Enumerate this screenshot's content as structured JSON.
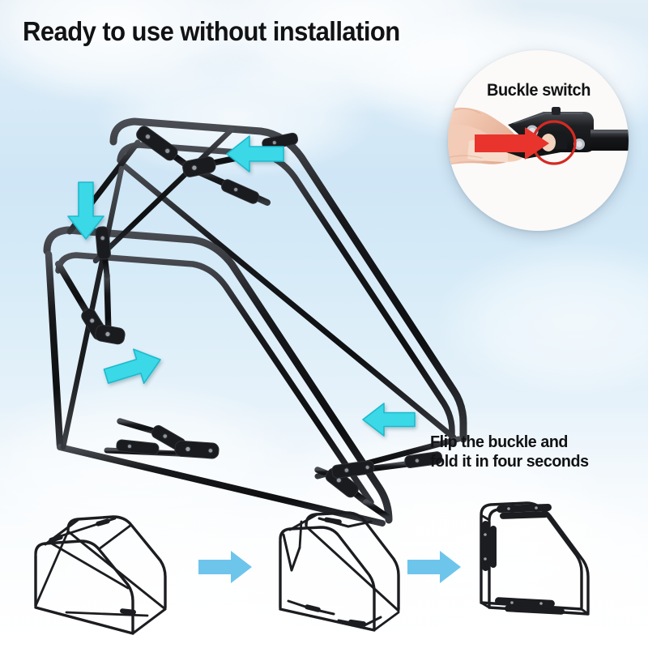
{
  "headline": "Ready to use without installation",
  "inset": {
    "title": "Buckle switch",
    "icons": {
      "hand": "hand-pressing-icon",
      "red_arrow": "red-arrow-icon",
      "red_circle": "red-highlight-circle-icon",
      "buckle": "buckle-switch-icon"
    }
  },
  "flip_caption": {
    "line1": "Flip the buckle and",
    "line2": "fold it in four seconds"
  },
  "main_product": {
    "name": "folding-rack-open",
    "joint_arrows": [
      {
        "name": "joint-arrow-upper-right",
        "direction": "left"
      },
      {
        "name": "joint-arrow-upper-left",
        "direction": "down"
      },
      {
        "name": "joint-arrow-lower-left",
        "direction": "right-down"
      },
      {
        "name": "joint-arrow-lower-right",
        "direction": "left"
      }
    ]
  },
  "sequence": {
    "steps": [
      {
        "name": "step-open",
        "label": "Unfolded rack"
      },
      {
        "name": "step-half-folded",
        "label": "Partially folded rack"
      },
      {
        "name": "step-flat",
        "label": "Flat folded rack"
      }
    ],
    "arrows": [
      {
        "name": "sequence-arrow-1",
        "direction": "right"
      },
      {
        "name": "sequence-arrow-2",
        "direction": "right"
      }
    ]
  },
  "colors": {
    "cyan_arrow": "#3ad8e8",
    "cyan_arrow_edge": "#1fb9cc",
    "sequence_arrow": "#6dc5ec",
    "red_arrow": "#e8342c",
    "red_circle": "#d42a22",
    "frame_black": "#1c1d20",
    "text_black": "#111214",
    "sky_top": "#e3eef6",
    "sky_mid": "#cfe6f6",
    "sky_bottom": "#ffffff"
  }
}
